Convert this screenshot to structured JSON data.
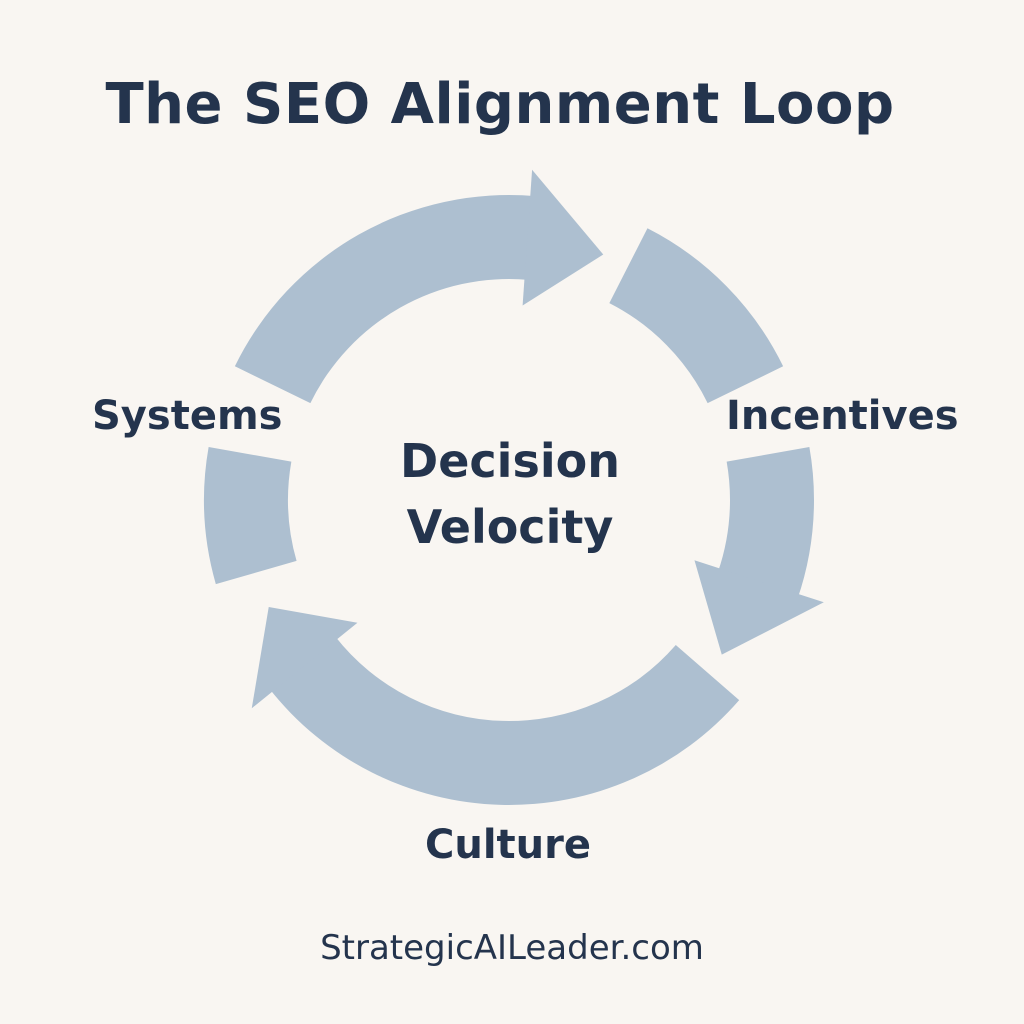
{
  "title": "The SEO Alignment Loop",
  "center": {
    "line1": "Decision",
    "line2": "Velocity"
  },
  "stages": {
    "systems": "Systems",
    "incentives": "Incentives",
    "culture": "Culture"
  },
  "footer": "StrategicAILeader.com",
  "colors": {
    "background": "#f9f6f2",
    "arrow": "#adbfd0",
    "text": "#24344d"
  }
}
